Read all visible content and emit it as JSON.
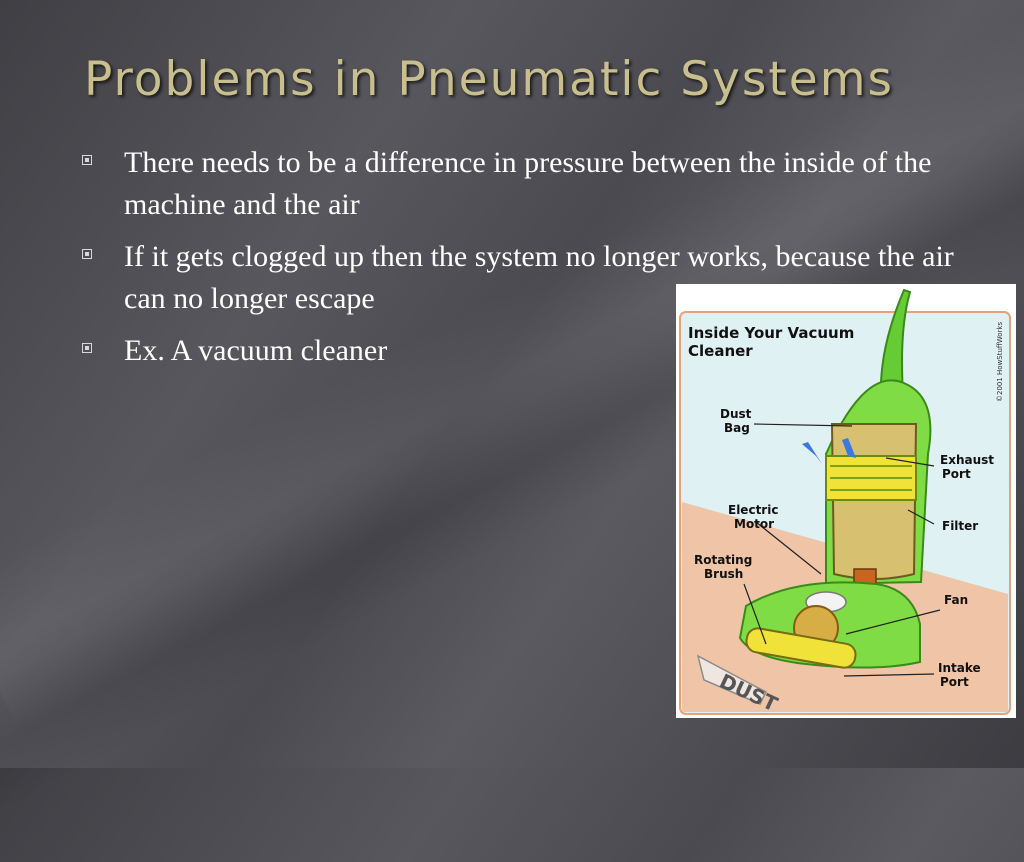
{
  "slide": {
    "title": "Problems in Pneumatic Systems",
    "bullets": [
      "There needs to be a difference in pressure between the inside of the machine and the air",
      "If it gets clogged up then the system no longer works, because the air can no longer escape",
      "Ex. A vacuum cleaner"
    ]
  },
  "diagram": {
    "title_line1": "Inside Your Vacuum",
    "title_line2": "Cleaner",
    "copyright": "©2001 HowStuffWorks",
    "labels": {
      "dust_bag_1": "Dust",
      "dust_bag_2": "Bag",
      "exhaust_port_1": "Exhaust",
      "exhaust_port_2": "Port",
      "electric_motor_1": "Electric",
      "electric_motor_2": "Motor",
      "filter": "Filter",
      "rotating_brush_1": "Rotating",
      "rotating_brush_2": "Brush",
      "fan": "Fan",
      "intake_port_1": "Intake",
      "intake_port_2": "Port",
      "dust": "DUST"
    }
  }
}
